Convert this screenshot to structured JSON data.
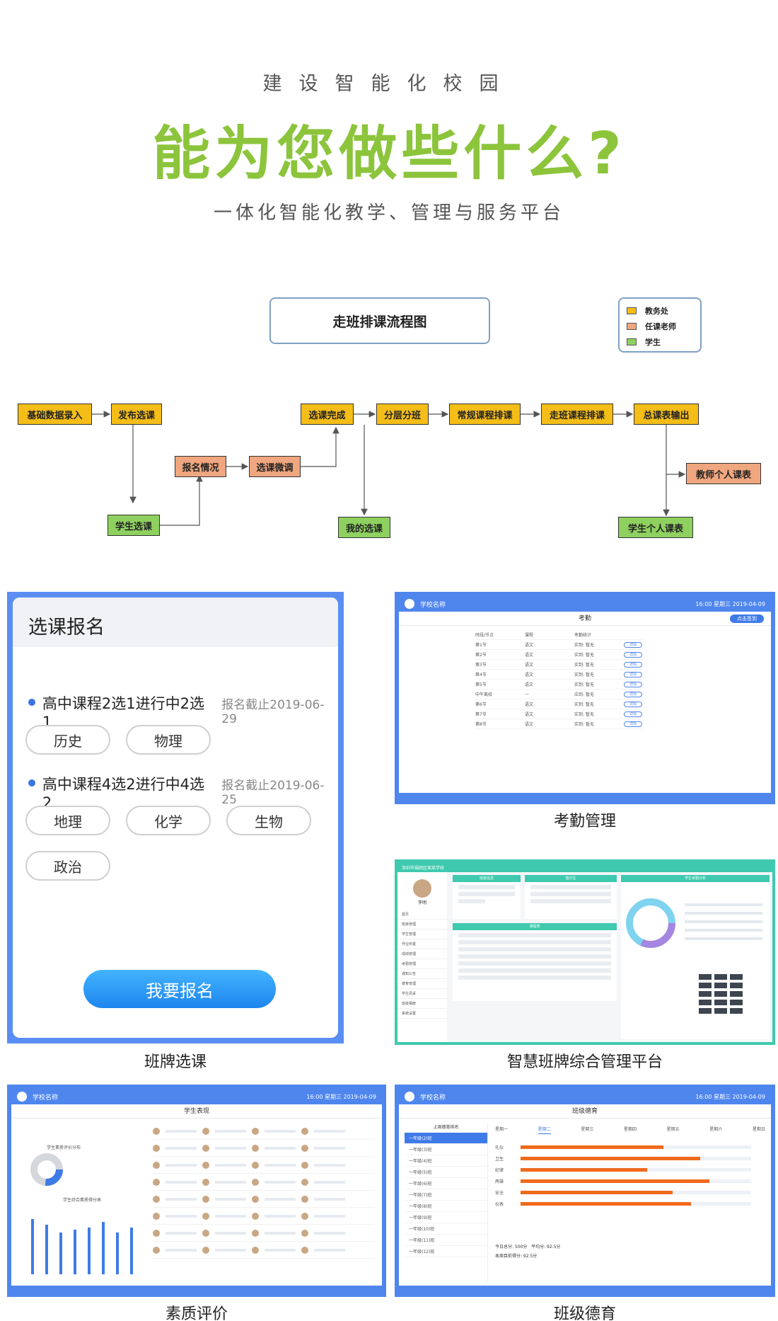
{
  "hero": {
    "kicker": "建设智能化校园",
    "title": "能为您做些什么?",
    "subtitle": "一体化智能化教学、管理与服务平台"
  },
  "flowchart": {
    "title": "走班排课流程图",
    "legend": [
      {
        "label": "教务处",
        "color": "#f4bd17"
      },
      {
        "label": "任课老师",
        "color": "#f0a67e"
      },
      {
        "label": "学生",
        "color": "#8ed15f"
      }
    ],
    "nodes": {
      "basic_data": "基础数据录入",
      "publish": "发布选课",
      "student_select": "学生选课",
      "signup_status": "报名情况",
      "fine_tune": "选课微调",
      "complete": "选课完成",
      "my_courses": "我的选课",
      "layered_class": "分层分班",
      "regular_schedule": "常规课程排课",
      "walk_schedule": "走班课程排课",
      "timetable_output": "总课表输出",
      "teacher_timetable": "教师个人课表",
      "student_timetable": "学生个人课表"
    }
  },
  "registration": {
    "title": "选课报名",
    "groups": [
      {
        "name": "高中课程2选1进行中2选1",
        "deadline": "报名截止2019-06-29",
        "options": [
          "历史",
          "物理"
        ]
      },
      {
        "name": "高中课程4选2进行中4选2",
        "deadline": "报名截止2019-06-25",
        "options": [
          "地理",
          "化学",
          "生物",
          "政治"
        ]
      }
    ],
    "button": "我要报名",
    "caption": "班牌选课"
  },
  "attendance": {
    "school": "学校名称",
    "status": "16:00 星期三 2019-04-09",
    "title": "考勤",
    "action": "点击签到",
    "columns": [
      "时段/节点",
      "课程",
      "考勤统计",
      ""
    ],
    "rows": [
      [
        "第1节",
        "语文",
        "实到: 暂无",
        "详情"
      ],
      [
        "第2节",
        "语文",
        "实到: 暂无",
        "详情"
      ],
      [
        "第3节",
        "语文",
        "实到: 暂无",
        "详情"
      ],
      [
        "第4节",
        "语文",
        "实到: 暂无",
        "详情"
      ],
      [
        "第5节",
        "语文",
        "实到: 暂无",
        "详情"
      ],
      [
        "中午离校",
        "—",
        "应到: 暂无",
        "详情"
      ],
      [
        "第6节",
        "语文",
        "实到: 暂无",
        "详情"
      ],
      [
        "第7节",
        "语文",
        "实到: 暂无",
        "详情"
      ],
      [
        "第8节",
        "语文",
        "实到: 暂无",
        "详情"
      ]
    ],
    "caption": "考勤管理"
  },
  "platform": {
    "name": "深圳市福田区某某学校",
    "user": "李明",
    "nav": [
      "首页",
      "班级管理",
      "学生管理",
      "作业布置",
      "成绩管理",
      "考勤管理",
      "通知公告",
      "德育管理",
      "学生风采",
      "班级相册",
      "系统设置"
    ],
    "cards": [
      "班级信息",
      "值日生",
      "学生考勤分析",
      "课程表"
    ],
    "caption": "智慧班牌综合管理平台"
  },
  "quality": {
    "school": "学校名称",
    "status": "16:00 星期三 2019-04-09",
    "title": "学生表现",
    "chart_title": "学生素质评价分布",
    "bar_title": "学生综合素质得分表",
    "bars": [
      40,
      36,
      30,
      32,
      34,
      38,
      30,
      34
    ],
    "caption": "素质评价"
  },
  "moral": {
    "school": "学校名称",
    "status": "16:00 星期三 2019-04-09",
    "title": "班级德育",
    "ranking_title": "上周德育排名",
    "ranking": [
      "一年级(2)班",
      "一年级(3)班",
      "一年级(4)班",
      "一年级(5)班",
      "一年级(6)班",
      "一年级(7)班",
      "一年级(8)班",
      "一年级(9)班",
      "一年级(10)班",
      "一年级(11)班",
      "一年级(12)班"
    ],
    "days": [
      "星期一",
      "星期二",
      "星期三",
      "星期四",
      "星期五",
      "星期六",
      "星期日"
    ],
    "items": [
      {
        "label": "礼仪",
        "value": 0.62
      },
      {
        "label": "卫生",
        "value": 0.78
      },
      {
        "label": "纪律",
        "value": 0.55
      },
      {
        "label": "两操",
        "value": 0.82
      },
      {
        "label": "安全",
        "value": 0.66
      },
      {
        "label": "仪表",
        "value": 0.74
      }
    ],
    "summary_today": "今日总分: 500分",
    "summary_avg": "平均分: 92.5分",
    "summary_week": "本周目前得分: 92.5分",
    "caption": "班级德育"
  }
}
